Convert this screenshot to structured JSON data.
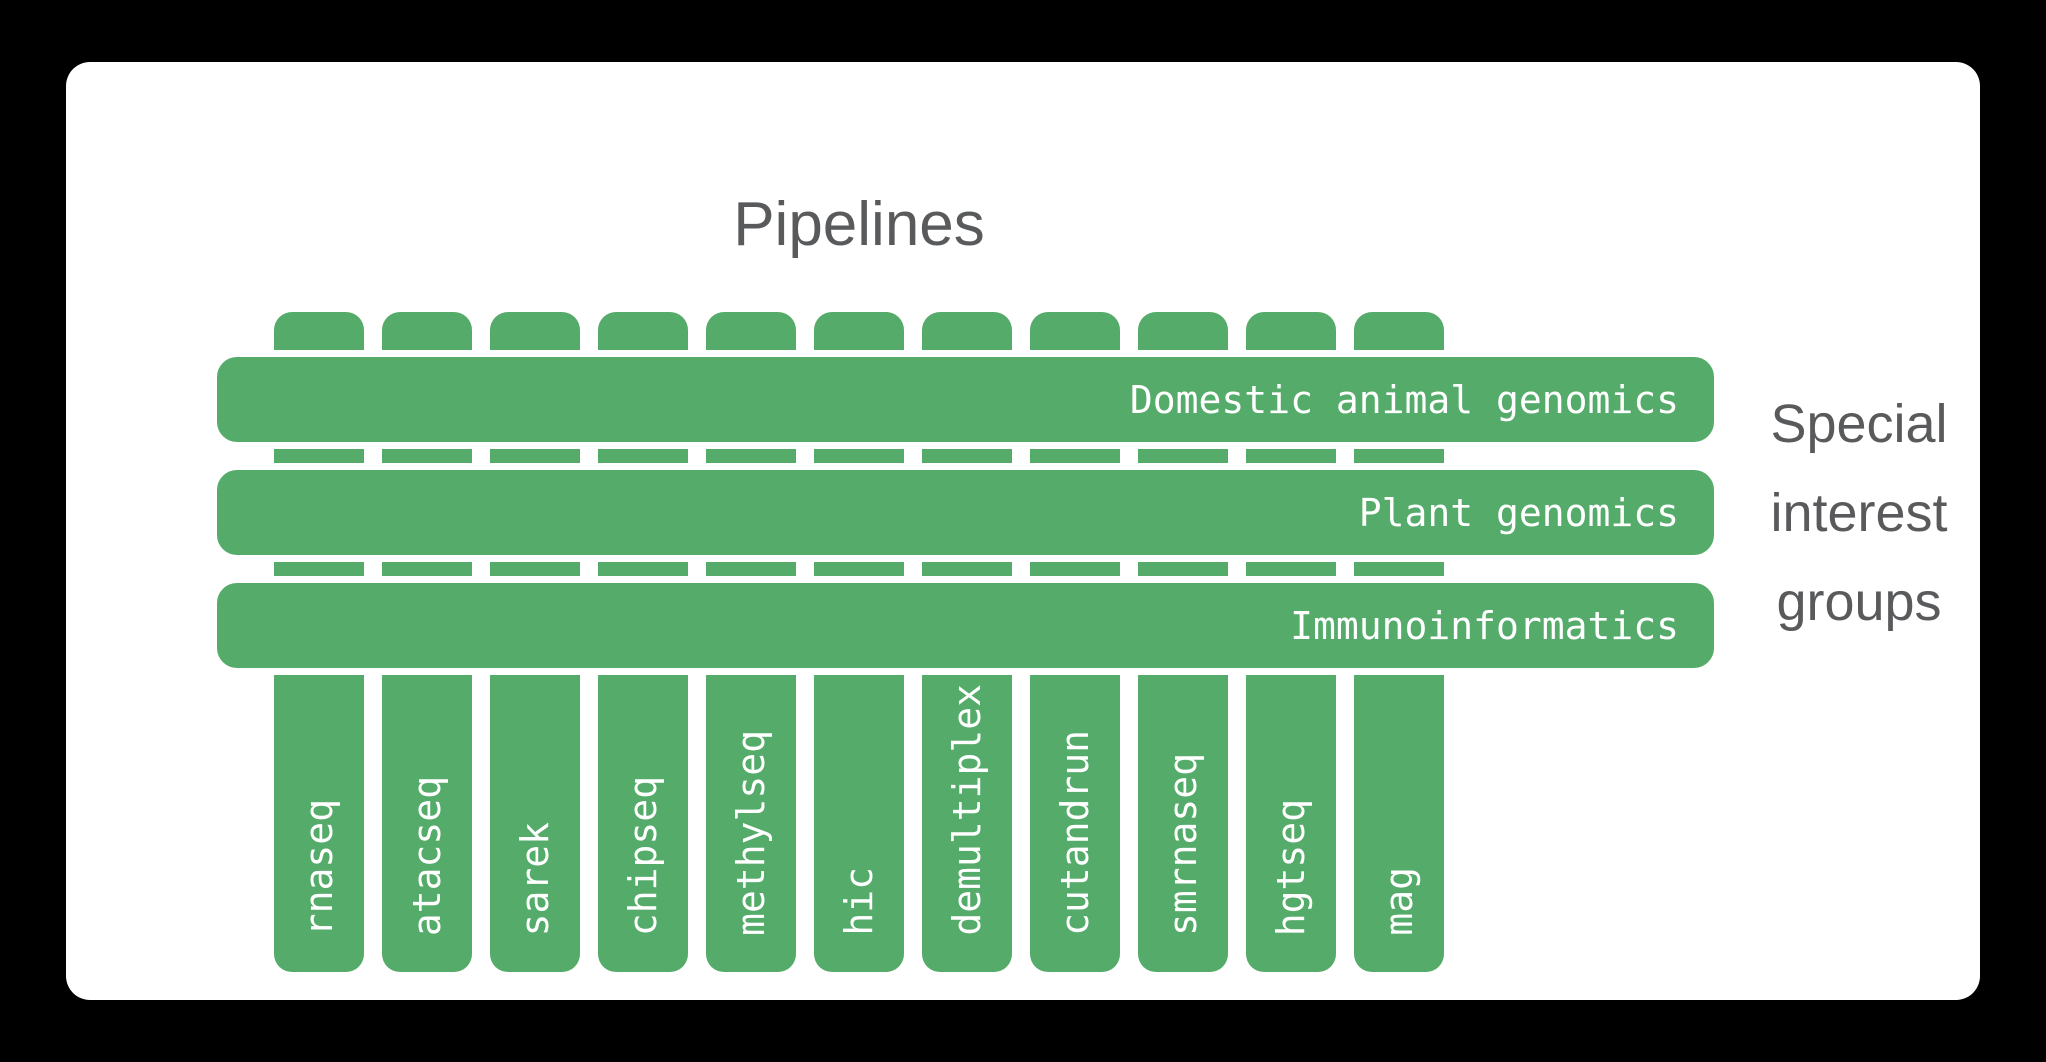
{
  "title": "Pipelines",
  "sig_title_lines": [
    "Special",
    "interest",
    "groups"
  ],
  "pipelines": [
    "rnaseq",
    "atacseq",
    "sarek",
    "chipseq",
    "methylseq",
    "hic",
    "demultiplex",
    "cutandrun",
    "smrnaseq",
    "hgtseq",
    "mag"
  ],
  "special_interest_groups": [
    "Domestic animal genomics",
    "Plant genomics",
    "Immunoinformatics"
  ],
  "colors": {
    "green": "#55ab6a",
    "text_gray": "#595a5c",
    "card_bg": "#ffffff",
    "page_bg": "#000000",
    "bar_label": "#ffffff"
  }
}
